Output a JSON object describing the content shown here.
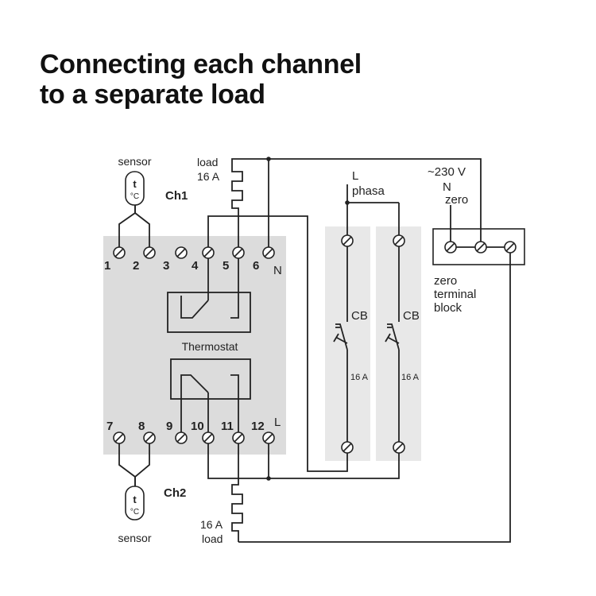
{
  "title": {
    "line1": "Connecting each channel",
    "line2": "to a separate load"
  },
  "colors": {
    "panel": "#dcdcdc",
    "breaker_bg": "#e8e8e8",
    "line": "#222222",
    "text": "#222222"
  },
  "sensor_top": {
    "label": "sensor",
    "symbol_t": "t",
    "symbol_unit": "°C"
  },
  "sensor_bottom": {
    "label": "sensor",
    "symbol_t": "t",
    "symbol_unit": "°C"
  },
  "channel_labels": {
    "ch1": "Ch1",
    "ch2": "Ch2"
  },
  "load_top": {
    "line1": "load",
    "line2": "16 A"
  },
  "load_bottom": {
    "line1": "16 A",
    "line2": "load"
  },
  "thermostat_label": "Thermostat",
  "terminals_top": [
    "1",
    "2",
    "3",
    "4",
    "5",
    "6",
    "N"
  ],
  "terminals_bottom": [
    "7",
    "8",
    "9",
    "10",
    "11",
    "12",
    "L"
  ],
  "breakers": [
    {
      "label": "CB",
      "rating": "16 A"
    },
    {
      "label": "CB",
      "rating": "16 A"
    }
  ],
  "supply": {
    "phase_letter": "L",
    "phase_name": "phasa",
    "voltage": "~230 V",
    "neutral_letter": "N",
    "neutral_name": "zero"
  },
  "zero_block": {
    "line1": "zero",
    "line2": "terminal",
    "line3": "block"
  }
}
